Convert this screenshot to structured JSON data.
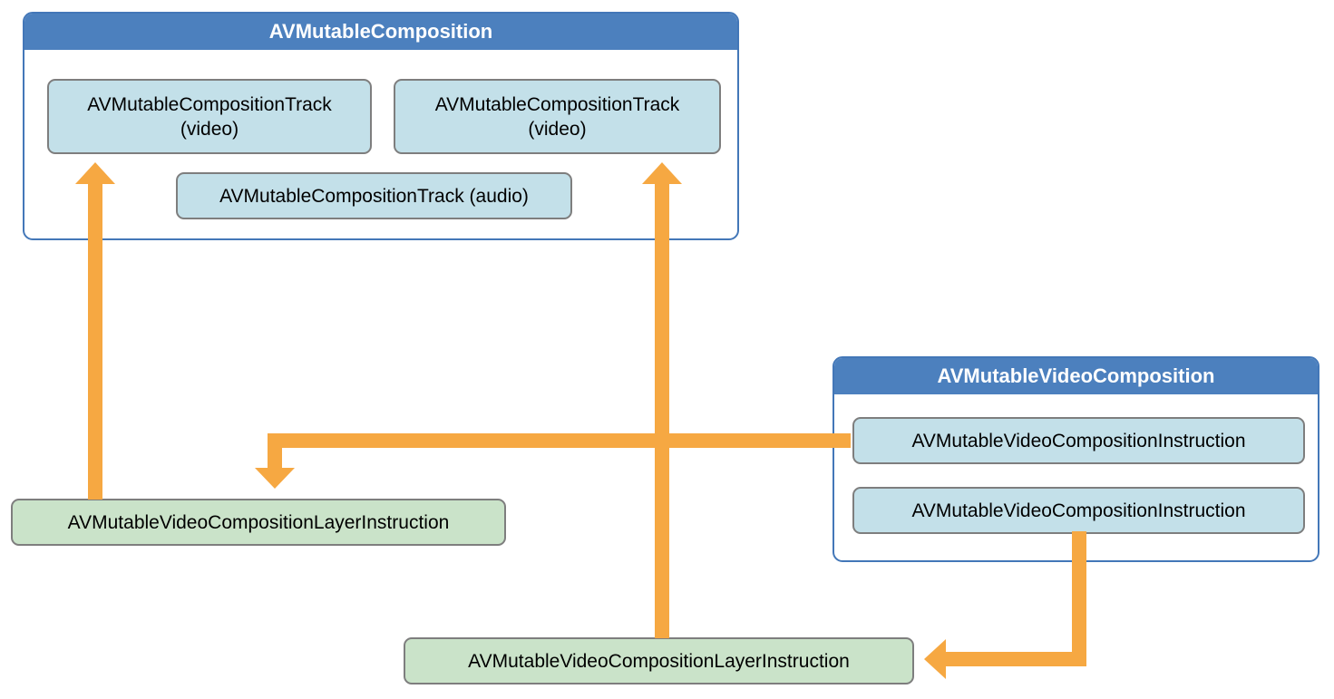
{
  "diagram": {
    "composition": {
      "title": "AVMutableComposition",
      "tracks": [
        {
          "label": "AVMutableCompositionTrack",
          "sublabel": "(video)"
        },
        {
          "label": "AVMutableCompositionTrack",
          "sublabel": "(video)"
        },
        {
          "label": "AVMutableCompositionTrack (audio)"
        }
      ]
    },
    "video_composition": {
      "title": "AVMutableVideoComposition",
      "instructions": [
        {
          "label": "AVMutableVideoCompositionInstruction"
        },
        {
          "label": "AVMutableVideoCompositionInstruction"
        }
      ]
    },
    "layer_instructions": [
      {
        "label": "AVMutableVideoCompositionLayerInstruction"
      },
      {
        "label": "AVMutableVideoCompositionLayerInstruction"
      }
    ],
    "colors": {
      "header_blue": "#4c80be",
      "container_border": "#4377b8",
      "track_fill": "#c3e0e9",
      "layer_fill": "#cae3c9",
      "node_border": "#7e7e7e",
      "arrow_orange": "#f6a842"
    }
  }
}
